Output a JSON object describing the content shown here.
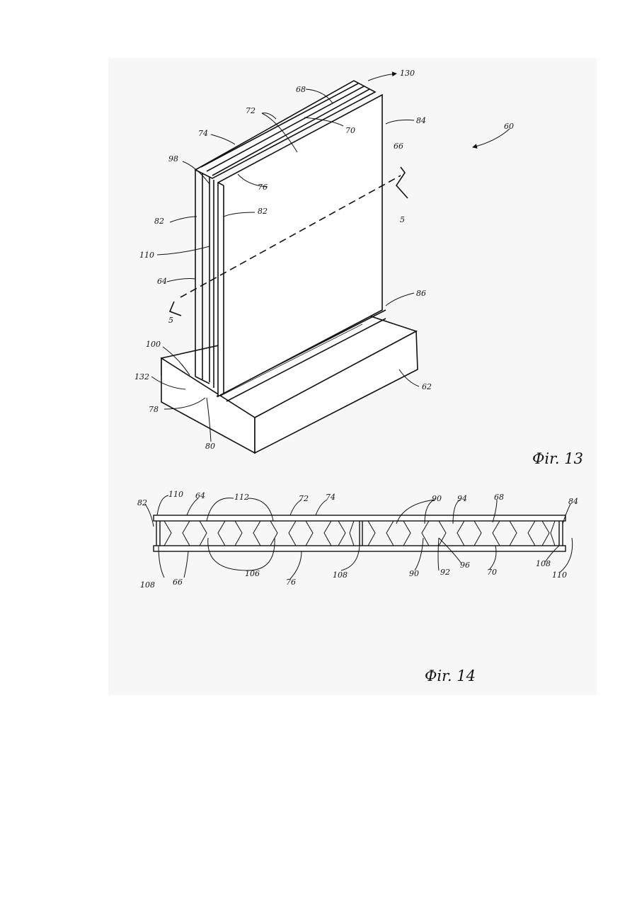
{
  "figures": [
    {
      "caption": "Фir. 13",
      "refs": {
        "r130": "130",
        "r68": "68",
        "r72": "72",
        "r70": "70",
        "r84": "84",
        "r60": "60",
        "r74": "74",
        "r66": "66",
        "r98": "98",
        "r76": "76",
        "r82a": "82",
        "r82b": "82",
        "r5a": "5",
        "r110": "110",
        "r64": "64",
        "r5b": "5",
        "r86": "86",
        "r100": "100",
        "r132": "132",
        "r78": "78",
        "r62": "62",
        "r80": "80"
      }
    },
    {
      "caption": "Фir. 14",
      "refs": {
        "r82": "82",
        "r110t": "110",
        "r64": "64",
        "r112": "112",
        "r72": "72",
        "r74": "74",
        "r90": "90",
        "r94": "94",
        "r68": "68",
        "r84": "84",
        "r108a": "108",
        "r66": "66",
        "r106": "106",
        "r76": "76",
        "r108b": "108",
        "r90b": "90",
        "r92": "92",
        "r96": "96",
        "r70": "70",
        "r108c": "108",
        "r110b": "110"
      }
    }
  ]
}
